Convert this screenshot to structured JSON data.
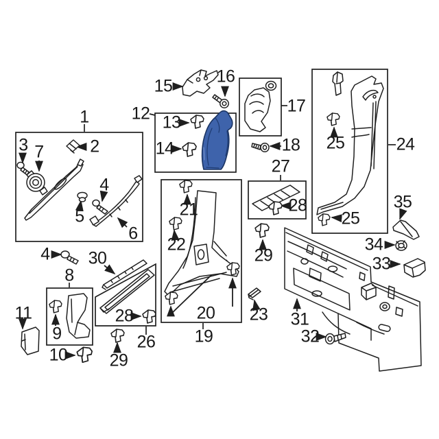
{
  "diagram": {
    "kind": "exploded-parts-diagram",
    "background_color": "#ffffff",
    "line_color": "#1f1f1f",
    "highlight_color": "#3e63ab",
    "highlighted_callout": "12"
  },
  "callouts": {
    "n1": "1",
    "n2": "2",
    "n3": "3",
    "n4": "4",
    "n5": "5",
    "n6": "6",
    "n7": "7",
    "n8": "8",
    "n9": "9",
    "n10": "10",
    "n11": "11",
    "n12": "12",
    "n13": "13",
    "n14": "14",
    "n15": "15",
    "n16": "16",
    "n17": "17",
    "n18": "18",
    "n19": "19",
    "n20": "20",
    "n21": "21",
    "n22": "22",
    "n23": "23",
    "n24": "24",
    "n25": "25",
    "n26": "26",
    "n27": "27",
    "n28": "28",
    "n29": "29",
    "n30": "30",
    "n31": "31",
    "n32": "32",
    "n33": "33",
    "n34": "34",
    "n35": "35"
  }
}
